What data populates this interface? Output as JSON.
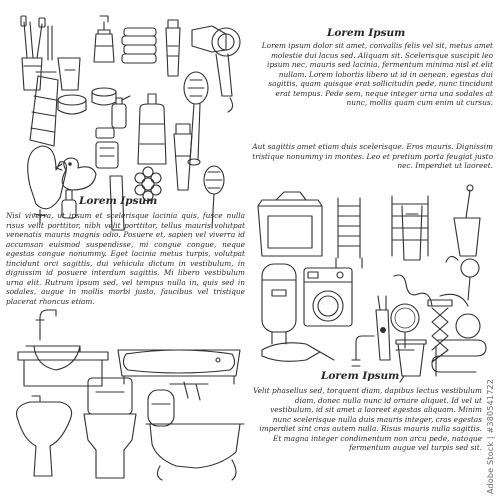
{
  "blocks": {
    "top_right": {
      "heading": "Lorem Ipsum",
      "paragraphs": [
        "Lorem ipsum dolor sit amet, convallis felis vel sit, metus amet molestie dui lacus sed. Aliquam sit. Scelerisque suscipit leo ipsum nec, mauris sed lacinia, fermentum minima nisl et elit nullam. Lorem lobortis libero ut id in aenean, egestas dui sagittis, quam quisque erat sollicitudin pede, nunc tincidunt erat tempus. Pede sem, neque integer urna una sodales at nunc, mollis quam cum enim ut cursus.",
        "Aut sagittis amet etiam duis scelerisque. Eros mauris. Dignissim tristique nonummy in montes. Leo et pretium porta feugiat justo nec. Imperdiet ut laoreet."
      ]
    },
    "middle_left": {
      "heading": "Lorem Ipsum",
      "paragraphs": [
        "Nisl viverra, ut ipsum et scelerisque lacinia quis, fusce nulla risus velit porttitor, nibh velit porttitor, tellus mauris volutpat venenatis mauris magnis odio. Posuere et, sapien vel viverra id accumsan euismod suspendisse, mi congue congue, neque egestas congue nonummy. Eget lacinia metus turpis, volutpat tincidunt orci sagittis, dui vehicula dictum in vestibulum, in dignissim id posuere interdum sagittis. Mi libero vestibulum urna elit. Rutrum ipsum sed, vel tempus nulla in, quis sed in sodales, augue in mollis morbi justo, faucibus vel tristique placerat rhoncus etiam."
      ]
    },
    "bottom_right": {
      "heading": "Lorem Ipsum",
      "paragraphs": [
        "Velit phasellus sed, torquent diam, dapibus lectus vestibulum diam, donec nulla nunc id ornare aliquet. Id vel ut vestibulum, id sit amet a laoreet egestas aliquam. Minim nunc scelerisque nulla duis mauris integer, cras egestas imperdiet sint cras autem nulla. Risus mauris nulla sagittis. Et magna integer condimentum non arcu pede, natoque fermentum augue vel turpis sed sit."
      ]
    }
  },
  "watermark": "Adobe Stock | #380541722",
  "illustrations": {
    "top_left_group": [
      "toothbrush-cup-icon",
      "toothpaste-icon",
      "soap-dispenser-icon",
      "towel-stack-icon",
      "cream-tube-icon",
      "hair-dryer-icon",
      "hanging-towel-icon",
      "cream-jar-icon",
      "perfume-bottle-icon",
      "hair-brush-icon",
      "shampoo-bottle-icon",
      "bath-mitten-icon",
      "rubber-duck-icon",
      "sponge-icon",
      "massage-brush-icon",
      "nail-polish-icon",
      "flower-sponge-icon"
    ],
    "top_right_group": [
      "washbasin-cabinet-icon",
      "towel-radiator-icon",
      "heated-towel-rail-icon",
      "toilet-brush-icon",
      "water-heater-icon",
      "washing-machine-icon",
      "electric-toothbrush-icon",
      "round-mirror-icon",
      "extendable-mirror-icon",
      "hair-trimmer-icon",
      "hand-shower-icon",
      "pedal-bin-icon",
      "serpentine-rail-icon",
      "s-rail-icon"
    ],
    "bottom_left_group": [
      "faucet-icon",
      "sink-counter-icon",
      "bathtub-icon",
      "wall-soap-dish-icon",
      "bidet-icon",
      "toilet-icon",
      "clawfoot-bathtub-icon"
    ]
  },
  "colors": {
    "ink": "#303030",
    "background": "#ffffff"
  }
}
